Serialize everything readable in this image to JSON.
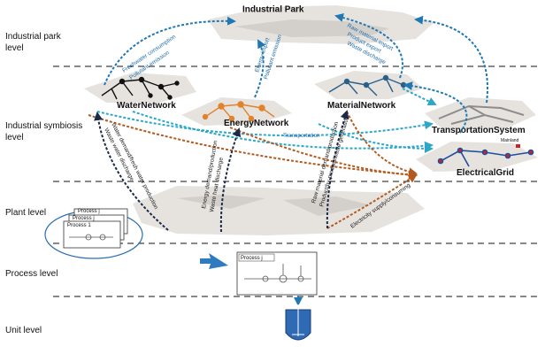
{
  "levels": {
    "park": "Industrial park",
    "park2": "level",
    "symbiosis": "Industrial symbiosis",
    "symbiosis2": "level",
    "plant": "Plant level",
    "process": "Process level",
    "unit": "Unit level"
  },
  "nodes": {
    "park": "Industrial Park",
    "water": "WaterNetwork",
    "energy": "EnergyNetwork",
    "material": "MaterialNetwork",
    "transport": "TransportationSystem",
    "grid": "ElectricalGrid",
    "mainland": "Mainland"
  },
  "flows": {
    "water_park_1": "Freshwater consumption",
    "water_park_2": "Pollutant emission",
    "energy_park_1": "Energy import",
    "energy_park_2": "Pollutant emission",
    "material_park_1": "Raw material import",
    "material_park_2": "Product export",
    "material_park_3": "Waste discharge",
    "transportation": "Transportation",
    "plant_water_1": "Water demand/fresh water production",
    "plant_water_2": "Waste water discharge",
    "plant_energy_1": "Energy demand/production",
    "plant_energy_2": "Waste heat discharge",
    "plant_material_1": "Raw material demand/production",
    "plant_material_2": "Product/by-product/waste generation",
    "plant_grid": "Electricity supply/consuming"
  },
  "process_labels": {
    "p1": "Process j",
    "p2": "Process j",
    "p3": "Process 1",
    "main": "Process j"
  },
  "colors": {
    "blue": "#1f78b4",
    "cyan": "#2ca7c9",
    "orange": "#b35a1f",
    "dark": "#1b2a4a",
    "grid_red": "#cc2222",
    "grid_blue": "#1f4e9c"
  }
}
